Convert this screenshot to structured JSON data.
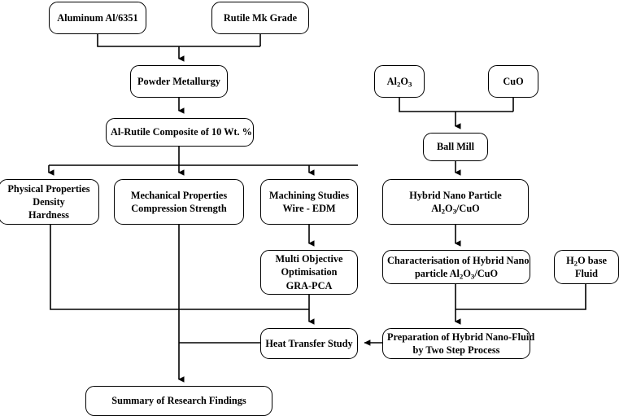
{
  "diagram": {
    "title": "Research Methodology Flowchart",
    "background_color": "#ffffff",
    "line_color": "#000000",
    "node_fill": "#ffffff"
  },
  "nodes": {
    "aluminum": {
      "lines": [
        "Aluminum Al/6351"
      ]
    },
    "rutile": {
      "lines": [
        "Rutile Mk Grade"
      ]
    },
    "powder_metallurgy": {
      "lines": [
        "Powder Metallurgy"
      ]
    },
    "al_rutile_composite": {
      "lines": [
        "Al-Rutile Composite of 10 Wt. %"
      ]
    },
    "physical_properties": {
      "lines": [
        "Physical Properties",
        "Density",
        "Hardness"
      ]
    },
    "mechanical_properties": {
      "lines": [
        "Mechanical Properties",
        "Compression Strength"
      ]
    },
    "machining_studies": {
      "lines": [
        "Machining Studies",
        "Wire - EDM"
      ]
    },
    "multi_objective": {
      "lines": [
        "Multi Objective",
        "Optimisation",
        "GRA-PCA"
      ]
    },
    "al2o3": {
      "lines": [
        "Al2O3"
      ],
      "html": [
        "Al<sub>2</sub>O<sub>3</sub>"
      ]
    },
    "cuo": {
      "lines": [
        "CuO"
      ]
    },
    "ball_mill": {
      "lines": [
        "Ball Mill"
      ]
    },
    "hybrid_nano_particle": {
      "lines": [
        "Hybrid Nano Particle",
        "Al2O3/CuO"
      ],
      "html": [
        "Hybrid Nano Particle",
        "Al<sub>2</sub>O<sub>3</sub>/CuO"
      ]
    },
    "characterisation": {
      "lines": [
        "Characterisation of Hybrid Nano",
        "particle Al2O3/CuO"
      ],
      "html": [
        "Characterisation of Hybrid Nano",
        "particle Al<sub>2</sub>O<sub>3</sub>/CuO"
      ]
    },
    "h2o_base_fluid": {
      "lines": [
        "H2O base",
        "Fluid"
      ],
      "html": [
        "H<sub>2</sub>O base",
        "Fluid"
      ]
    },
    "preparation": {
      "lines": [
        "Preparation of Hybrid Nano-Fluid",
        "by Two Step Process"
      ]
    },
    "heat_transfer_study": {
      "lines": [
        "Heat Transfer Study"
      ]
    },
    "summary": {
      "lines": [
        "Summary of Research Findings"
      ]
    }
  },
  "edges": [
    {
      "from": "aluminum",
      "to": "powder_metallurgy",
      "style": "elbow"
    },
    {
      "from": "rutile",
      "to": "powder_metallurgy",
      "style": "elbow"
    },
    {
      "from": "powder_metallurgy",
      "to": "al_rutile_composite",
      "style": "straight"
    },
    {
      "from": "al_rutile_composite",
      "to": "physical_properties",
      "style": "elbow"
    },
    {
      "from": "al_rutile_composite",
      "to": "mechanical_properties",
      "style": "straight"
    },
    {
      "from": "al_rutile_composite",
      "to": "machining_studies",
      "style": "elbow"
    },
    {
      "from": "machining_studies",
      "to": "multi_objective",
      "style": "straight"
    },
    {
      "from": "physical_properties",
      "to": "heat_transfer_study",
      "style": "elbow"
    },
    {
      "from": "multi_objective",
      "to": "heat_transfer_study",
      "style": "straight"
    },
    {
      "from": "mechanical_properties",
      "to": "summary",
      "style": "straight"
    },
    {
      "from": "heat_transfer_study",
      "to": "summary",
      "style": "elbow"
    },
    {
      "from": "al2o3",
      "to": "ball_mill",
      "style": "elbow"
    },
    {
      "from": "cuo",
      "to": "ball_mill",
      "style": "elbow"
    },
    {
      "from": "ball_mill",
      "to": "hybrid_nano_particle",
      "style": "straight"
    },
    {
      "from": "hybrid_nano_particle",
      "to": "characterisation",
      "style": "straight"
    },
    {
      "from": "characterisation",
      "to": "preparation",
      "style": "straight"
    },
    {
      "from": "h2o_base_fluid",
      "to": "preparation",
      "style": "elbow"
    },
    {
      "from": "preparation",
      "to": "heat_transfer_study",
      "style": "arrow-left"
    }
  ]
}
